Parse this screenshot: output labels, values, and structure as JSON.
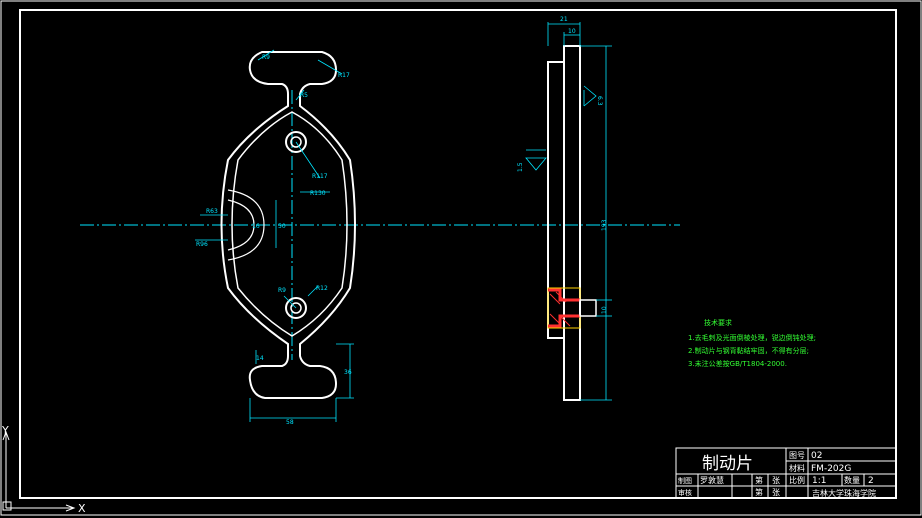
{
  "title_block": {
    "part_name": "制动片",
    "drawing_no_label": "图号",
    "drawing_no": "02",
    "material_label": "材料",
    "material": "FM-202G",
    "scale_label": "比例",
    "scale": "1:1",
    "qty_label": "数量",
    "qty": "2",
    "drawn_label": "制图",
    "drawn_by": "罗敦慧",
    "check_label": "审核",
    "sheet_label_1": "第",
    "sheet_unit_1": "张",
    "sheet_label_2": "第",
    "sheet_unit_2": "张",
    "school": "吉林大学珠海学院"
  },
  "tech_requirements": {
    "title": "技术要求",
    "items": [
      "1.去毛刺及光面倒棱处理，锐边倒钝处理;",
      "2.制动片与钢背黏结牢固，不得有分层;",
      "3.未注公差按GB/T1804-2000."
    ]
  },
  "dimensions": {
    "top_r": "R9",
    "top_right_r": "R17",
    "hole_top": "R5",
    "inner_r1": "R117",
    "inner_r2": "R130",
    "center_1": "R63",
    "center_2": "R96",
    "vert_1": "16",
    "vert_2": "50",
    "bottom_r": "R9",
    "bottom_r2": "R12",
    "left_small": "14",
    "right_height": "36",
    "bottom_width": "58",
    "side_top_1": "21",
    "side_top_2": "10",
    "side_height": "193",
    "side_hole": "10",
    "roughness_1": "6.3",
    "roughness_2": "1.5"
  },
  "axes": {
    "y_label": "Y",
    "x_label": "X"
  },
  "colors": {
    "outline": "#ffffff",
    "dimension": "#00e5ff",
    "text_green": "#33ff33",
    "hatch": "#ff3030",
    "section": "#ffd400",
    "frame": "#ffffff"
  }
}
